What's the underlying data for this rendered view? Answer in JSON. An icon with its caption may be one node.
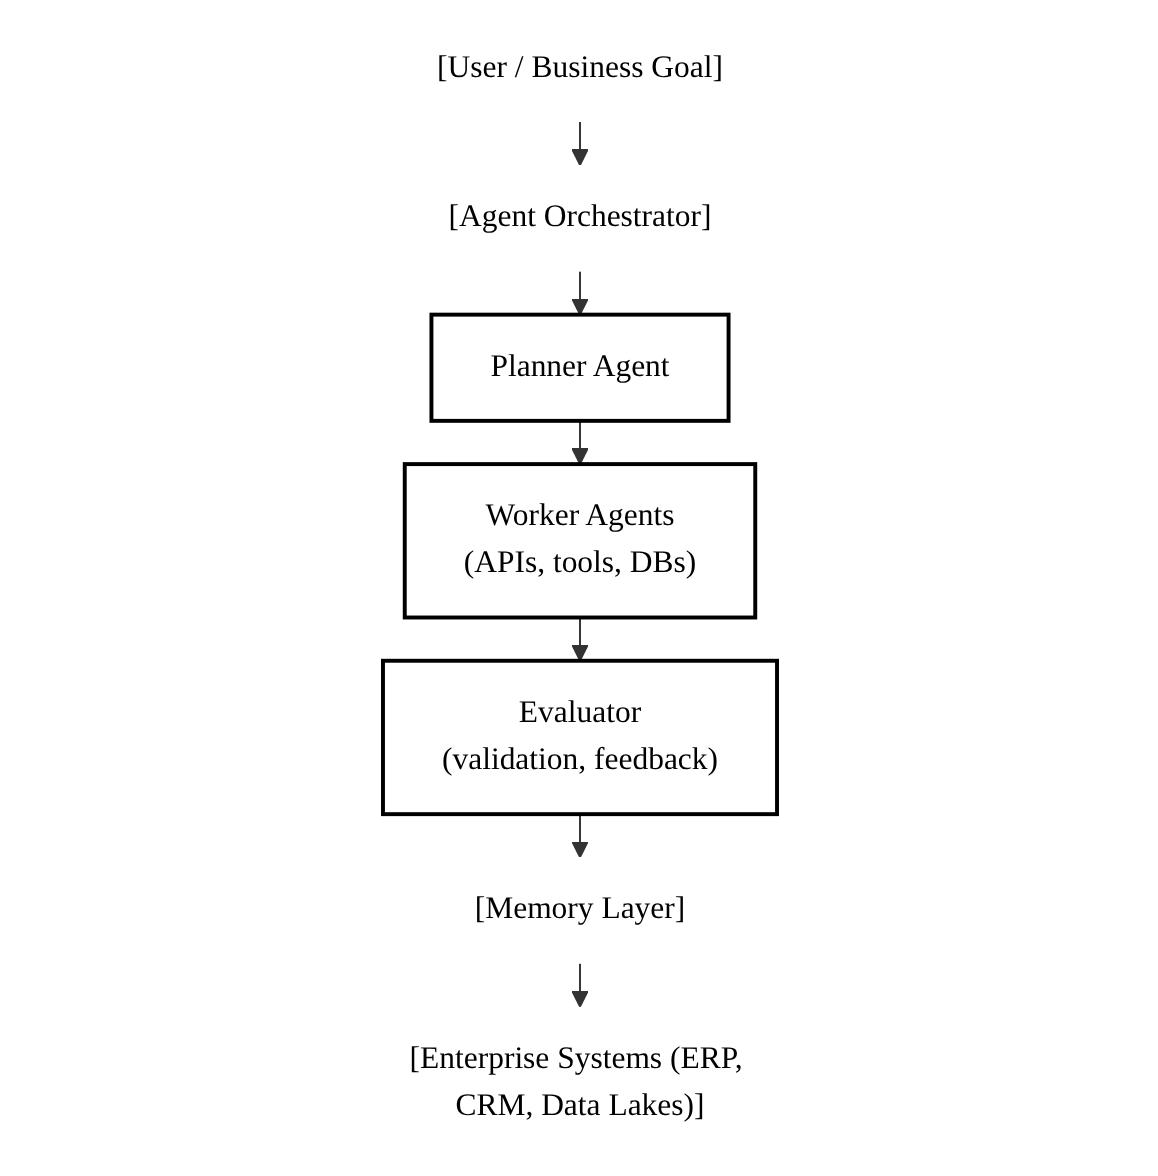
{
  "diagram": {
    "nodes": [
      {
        "text": [
          "[User / Business Goal]"
        ]
      },
      {
        "text": [
          "[Agent Orchestrator]"
        ]
      },
      {
        "text": [
          "Planner Agent"
        ]
      },
      {
        "text": [
          "Worker Agents",
          "(APIs, tools, DBs)"
        ]
      },
      {
        "text": [
          "Evaluator",
          "(validation, feedback)"
        ]
      },
      {
        "text": [
          "[Memory Layer]"
        ]
      },
      {
        "text": [
          "[Enterprise Systems (ERP, CRM, Data Lakes)]"
        ]
      }
    ],
    "edges": [
      {
        "from": 0,
        "to": 1,
        "arrow": "to"
      },
      {
        "from": 1,
        "to": 2,
        "arrow": "to"
      },
      {
        "from": 2,
        "to": 3,
        "arrow": "to"
      },
      {
        "from": 3,
        "to": 4,
        "arrow": "to"
      },
      {
        "from": 4,
        "to": 5,
        "arrow": "to"
      },
      {
        "from": 5,
        "to": 6,
        "arrow": "to"
      }
    ]
  }
}
